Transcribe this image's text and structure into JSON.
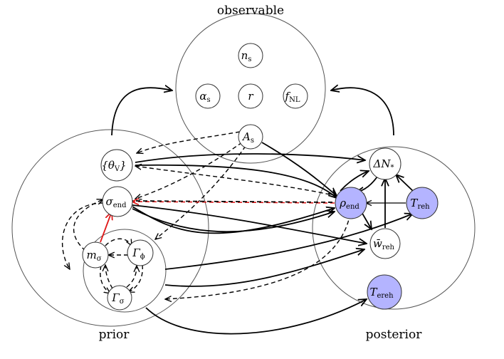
{
  "groups": {
    "observable": "observable",
    "prior": "prior",
    "posterior": "posterior"
  },
  "nodes": {
    "n_s": {
      "sym": "n",
      "sub": "s"
    },
    "alpha_s": {
      "sym": "α",
      "sub": "s"
    },
    "r": {
      "sym": "r",
      "sub": ""
    },
    "f_NL": {
      "sym": "f",
      "sub": "NL"
    },
    "A_s": {
      "sym": "A",
      "sub": "s"
    },
    "theta_V": {
      "sym": "{θ",
      "sub": "V",
      "tail": "}"
    },
    "sigma_end": {
      "sym": "σ",
      "sub": "end"
    },
    "m_sigma": {
      "sym": "m",
      "sub": "σ"
    },
    "Gamma_phi": {
      "sym": "Γ",
      "sub": "ϕ"
    },
    "Gamma_sigma": {
      "sym": "Γ",
      "sub": "σ"
    },
    "Delta_N": {
      "sym": "ΔN",
      "sub": "*"
    },
    "rho_end": {
      "sym": "ρ",
      "sub": "end"
    },
    "T_reh": {
      "sym": "T",
      "sub": "reh"
    },
    "w_reh": {
      "sym": "w̄",
      "sub": "reh"
    },
    "T_ereh": {
      "sym": "T",
      "sub": "ereh"
    }
  },
  "colors": {
    "highlight_node": "#b4b4ff",
    "red_edge": "#e01818",
    "edge": "#000000"
  }
}
